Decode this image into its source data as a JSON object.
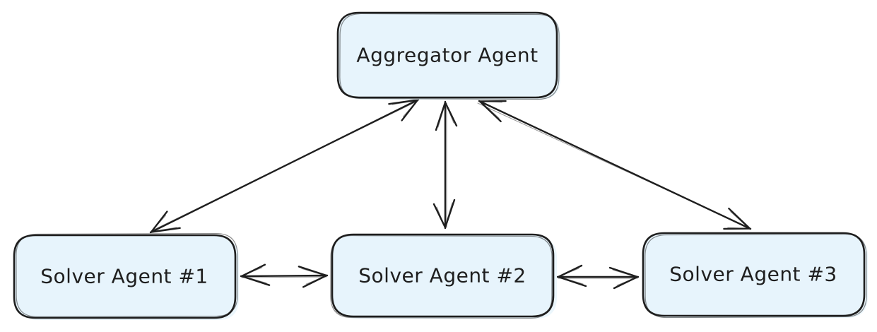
{
  "diagram": {
    "background_color": "#ffffff",
    "stroke_color": "#1e1e1e",
    "node_fill_color": "#e7f4fc",
    "nodes": [
      {
        "id": "aggregator",
        "label": "Aggregator Agent"
      },
      {
        "id": "solver-1",
        "label": "Solver Agent #1"
      },
      {
        "id": "solver-2",
        "label": "Solver Agent #2"
      },
      {
        "id": "solver-3",
        "label": "Solver Agent #3"
      }
    ],
    "edges": [
      {
        "from": "aggregator",
        "to": "solver-1",
        "direction": "bidirectional"
      },
      {
        "from": "aggregator",
        "to": "solver-2",
        "direction": "bidirectional"
      },
      {
        "from": "aggregator",
        "to": "solver-3",
        "direction": "bidirectional"
      },
      {
        "from": "solver-1",
        "to": "solver-2",
        "direction": "bidirectional"
      },
      {
        "from": "solver-2",
        "to": "solver-3",
        "direction": "bidirectional"
      }
    ]
  }
}
